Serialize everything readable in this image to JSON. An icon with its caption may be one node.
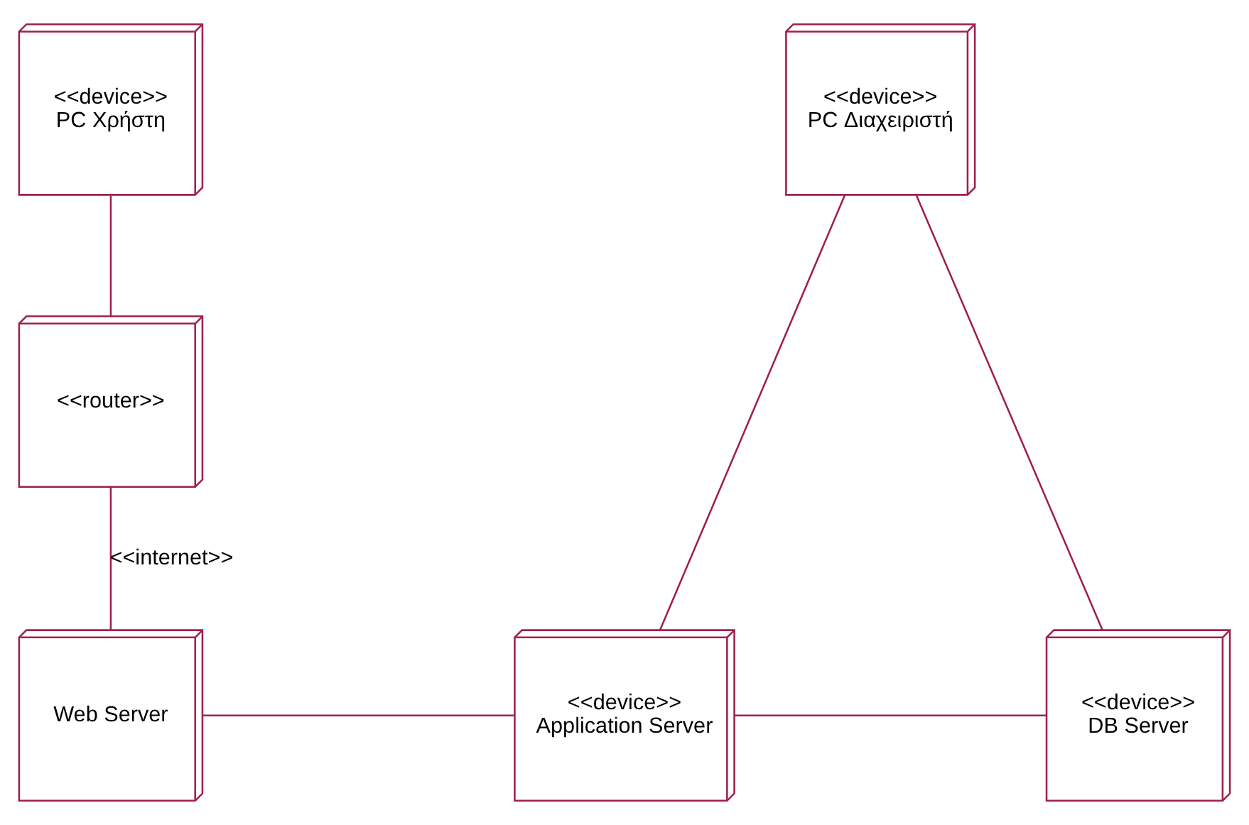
{
  "diagram": {
    "nodes": [
      {
        "text": [
          "<<device>>",
          "PC Χρήστη"
        ]
      },
      {
        "text": [
          "<<router>>"
        ]
      },
      {
        "text": [
          "Web Server"
        ]
      },
      {
        "text": [
          "<<device>>",
          "Application Server"
        ]
      },
      {
        "text": [
          "<<device>>",
          "PC Διαχειριστή"
        ]
      },
      {
        "text": [
          "<<device>>",
          "DB Server"
        ]
      }
    ],
    "edges": [
      {
        "from": 0,
        "to": 1,
        "arrow": "none"
      },
      {
        "from": 1,
        "to": 2,
        "arrow": "none",
        "label": "<<internet>>"
      },
      {
        "from": 2,
        "to": 3,
        "arrow": "none"
      },
      {
        "from": 3,
        "to": 5,
        "arrow": "none"
      },
      {
        "from": 3,
        "to": 4,
        "arrow": "none"
      },
      {
        "from": 4,
        "to": 5,
        "arrow": "none"
      }
    ]
  }
}
